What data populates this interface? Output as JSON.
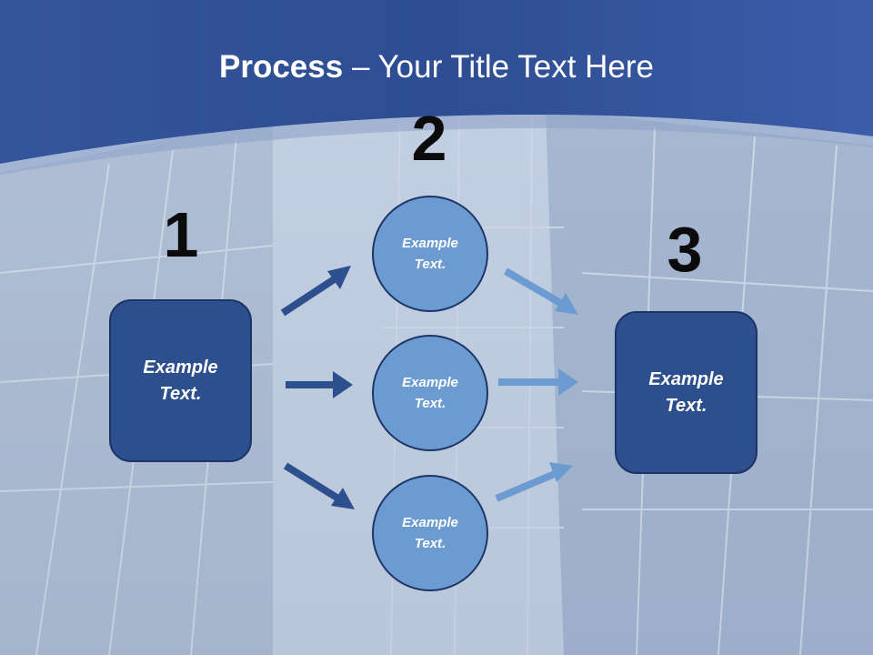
{
  "title": {
    "bold": "Process",
    "rest": " – Your Title Text Here"
  },
  "steps": {
    "one": {
      "number": "1",
      "text": "Example\nText."
    },
    "two": {
      "number": "2",
      "items": [
        {
          "text": "Example\nText."
        },
        {
          "text": "Example\nText."
        },
        {
          "text": "Example\nText."
        }
      ]
    },
    "three": {
      "number": "3",
      "text": "Example\nText."
    }
  },
  "colors": {
    "header": "#2f4f94",
    "box": "#2e4f8d",
    "circle": "#6b9bd0",
    "arrow_dark": "#2e4f8d",
    "arrow_light": "#6b9bd0"
  }
}
